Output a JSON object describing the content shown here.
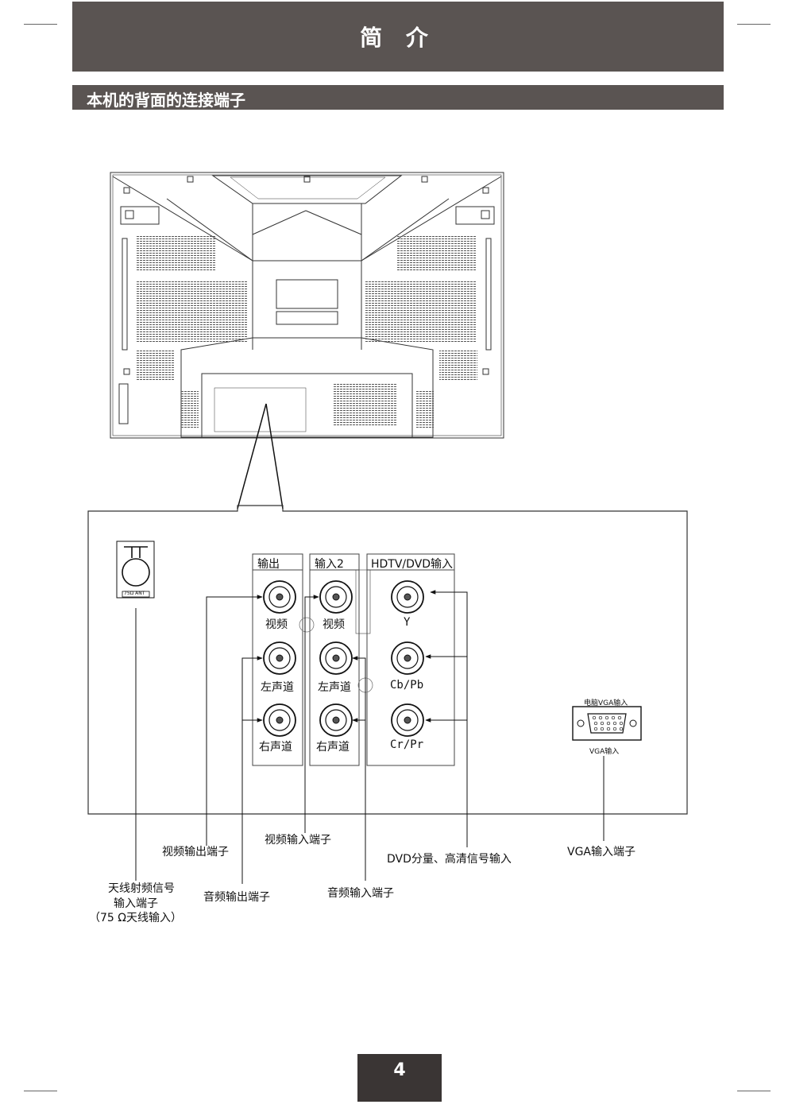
{
  "header": {
    "title": "简 介"
  },
  "section": {
    "title": "本机的背面的连接端子"
  },
  "panel": {
    "antenna_tag": "75Ω ANT",
    "groups": {
      "output": "输出",
      "input2": "输入2",
      "hdtv": "HDTV/DVD输入"
    },
    "jacks": {
      "out_video": "视频",
      "out_left": "左声道",
      "out_right": "右声道",
      "in2_video": "视频",
      "in2_left": "左声道",
      "in2_right": "右声道",
      "y": "Y",
      "cb": "Cb/Pb",
      "cr": "Cr/Pr"
    },
    "vga_top": "电脑VGA输入",
    "vga_bottom": "VGA输入"
  },
  "callouts": {
    "video_out": "视频输出端子",
    "video_in": "视频输入端子",
    "dvd_component": "DVD分量、高清信号输入",
    "vga_in": "VGA输入端子",
    "antenna_line1": "天线射频信号",
    "antenna_line2": "输入端子",
    "antenna_line3": "（75 Ω天线输入）",
    "audio_out": "音频输出端子",
    "audio_in": "音频输入端子"
  },
  "page_number": "4"
}
